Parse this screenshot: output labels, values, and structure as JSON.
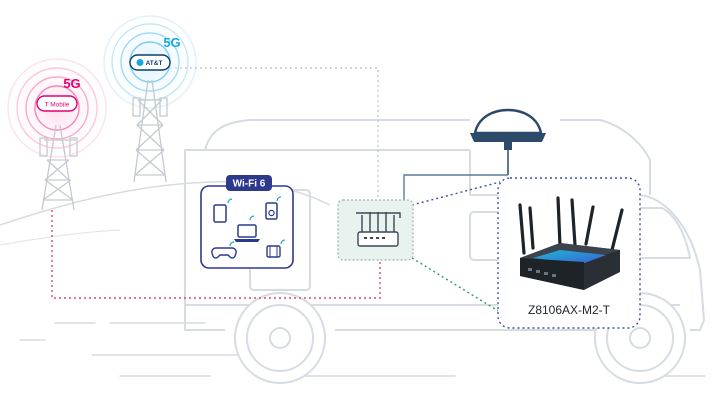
{
  "carriers": [
    {
      "band": "5G",
      "name": "T Mobile",
      "color": "#e20074"
    },
    {
      "band": "5G",
      "name": "AT&T",
      "color": "#1aa7e0"
    }
  ],
  "wifi": {
    "label": "Wi-Fi 6",
    "color": "#2d3a8c"
  },
  "router": {
    "model": "Z8106AX-M2-T"
  },
  "colors": {
    "outline": "#d6dce2",
    "link_pink": "#e0457a",
    "link_gray": "#c4c9cf",
    "link_blue": "#3b4fa8",
    "link_green": "#2f9a6a",
    "antenna_dome": "#2d4a6b"
  },
  "icons": [
    "tablet-icon",
    "laptop-icon",
    "speaker-icon",
    "gamepad-icon",
    "media-player-icon",
    "gps-antenna-icon",
    "router-icon"
  ]
}
